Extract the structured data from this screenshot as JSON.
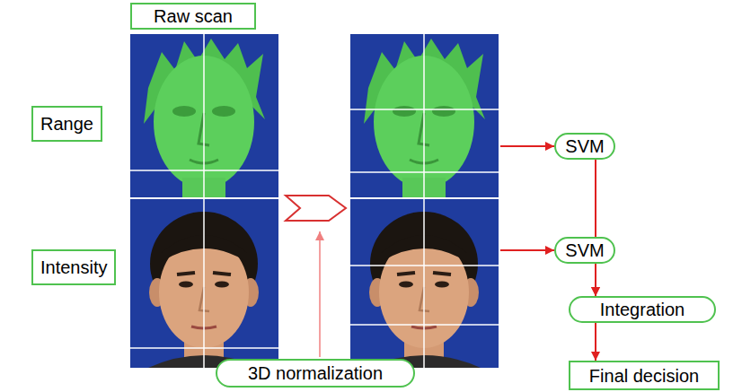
{
  "diagram": {
    "nodes": [
      {
        "text": [
          "Raw scan"
        ]
      },
      {
        "text": [
          "Range"
        ]
      },
      {
        "text": [
          "Intensity"
        ]
      },
      {
        "text": [
          "3D normalization"
        ]
      },
      {
        "text": [
          "SVM"
        ]
      },
      {
        "text": [
          "SVM"
        ]
      },
      {
        "text": [
          "Integration"
        ]
      },
      {
        "text": [
          "Final decision"
        ]
      }
    ],
    "edges": [
      {
        "from": 4,
        "to": 6,
        "arrow": "to"
      },
      {
        "from": 5,
        "to": 6,
        "arrow": "to"
      },
      {
        "from": 6,
        "to": 7,
        "arrow": "to"
      }
    ]
  }
}
